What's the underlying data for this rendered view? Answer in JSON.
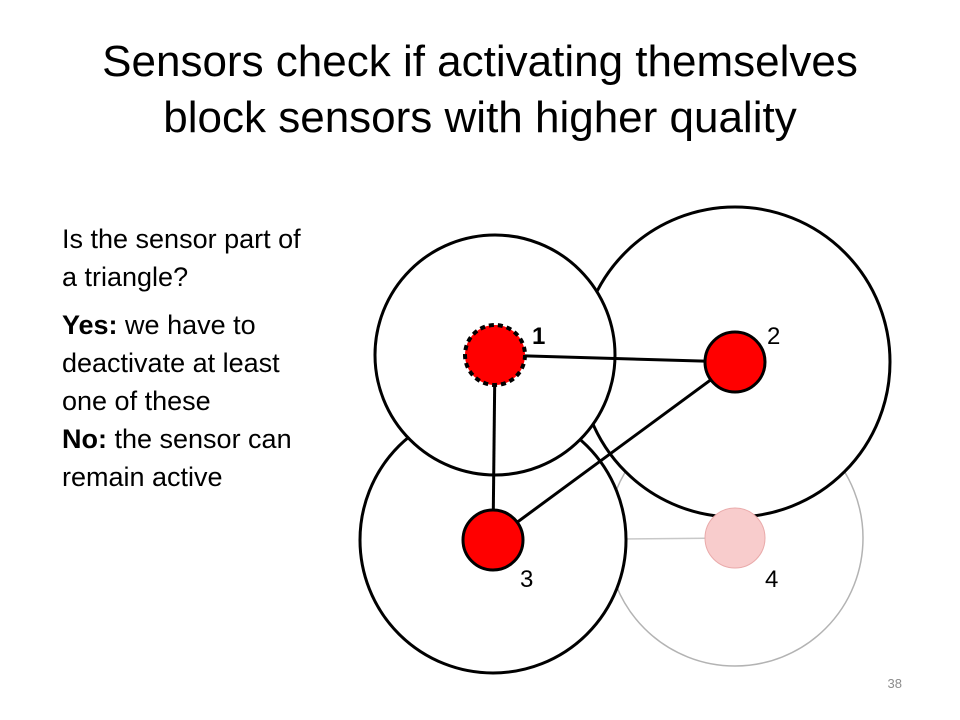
{
  "title": {
    "line1": "Sensors check if activating themselves",
    "line2": "block sensors with higher quality"
  },
  "text": {
    "question": "Is the sensor part of a triangle?",
    "yes_label": "Yes:",
    "yes_text": " we have to deactivate at least one of these",
    "no_label": "No:",
    "no_text": " the sensor can remain active"
  },
  "diagram": {
    "nodes": [
      {
        "label": "1",
        "state": "active, dashed outline (current sensor)",
        "color": "#ff0000"
      },
      {
        "label": "2",
        "state": "active",
        "color": "#ff0000"
      },
      {
        "label": "3",
        "state": "active",
        "color": "#ff0000"
      },
      {
        "label": "4",
        "state": "inactive",
        "color": "#f8cccc"
      }
    ]
  },
  "slide_number": "38"
}
